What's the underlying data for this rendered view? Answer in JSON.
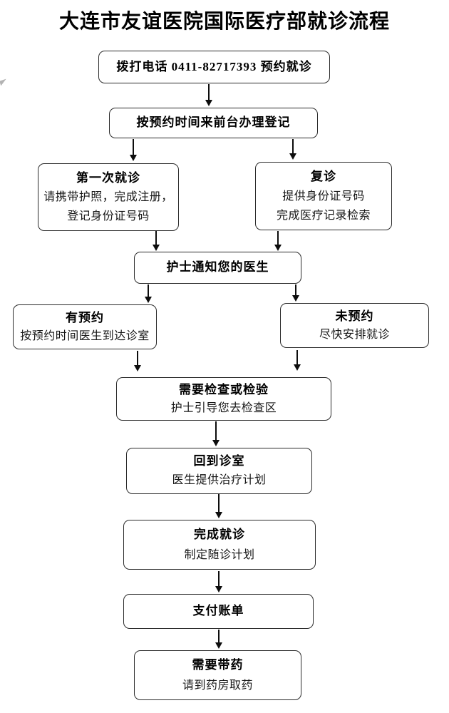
{
  "page_title": "大连市友谊医院国际医疗部就诊流程",
  "nodes": [
    {
      "id": "call-appointment",
      "title": "拨打电话 0411-82717393 预约就诊",
      "lines": []
    },
    {
      "id": "front-desk-register",
      "title": "按预约时间来前台办理登记",
      "lines": []
    },
    {
      "id": "first-visit",
      "title": "第一次就诊",
      "lines": [
        "请携带护照，完成注册，",
        "登记身份证号码"
      ]
    },
    {
      "id": "follow-up-visit",
      "title": "复诊",
      "lines": [
        "提供身份证号码",
        "完成医疗记录检索"
      ]
    },
    {
      "id": "nurse-notify-doctor",
      "title": "护士通知您的医生",
      "lines": []
    },
    {
      "id": "with-appointment",
      "title": "有预约",
      "lines": [
        "按预约时间医生到达诊室"
      ]
    },
    {
      "id": "without-appointment",
      "title": "未预约",
      "lines": [
        "尽快安排就诊"
      ]
    },
    {
      "id": "need-exam",
      "title": "需要检查或检验",
      "lines": [
        "护士引导您去检查区"
      ]
    },
    {
      "id": "return-to-room",
      "title": "回到诊室",
      "lines": [
        "医生提供治疗计划"
      ]
    },
    {
      "id": "visit-complete",
      "title": "完成就诊",
      "lines": [
        "制定随诊计划"
      ]
    },
    {
      "id": "pay-bill",
      "title": "支付账单",
      "lines": []
    },
    {
      "id": "need-medication",
      "title": "需要带药",
      "lines": [
        "请到药房取药"
      ]
    }
  ],
  "colors": {
    "background": "#ffffff",
    "border": "#2b2b2b",
    "text": "#000000",
    "arrow": "#0d0d0d"
  }
}
